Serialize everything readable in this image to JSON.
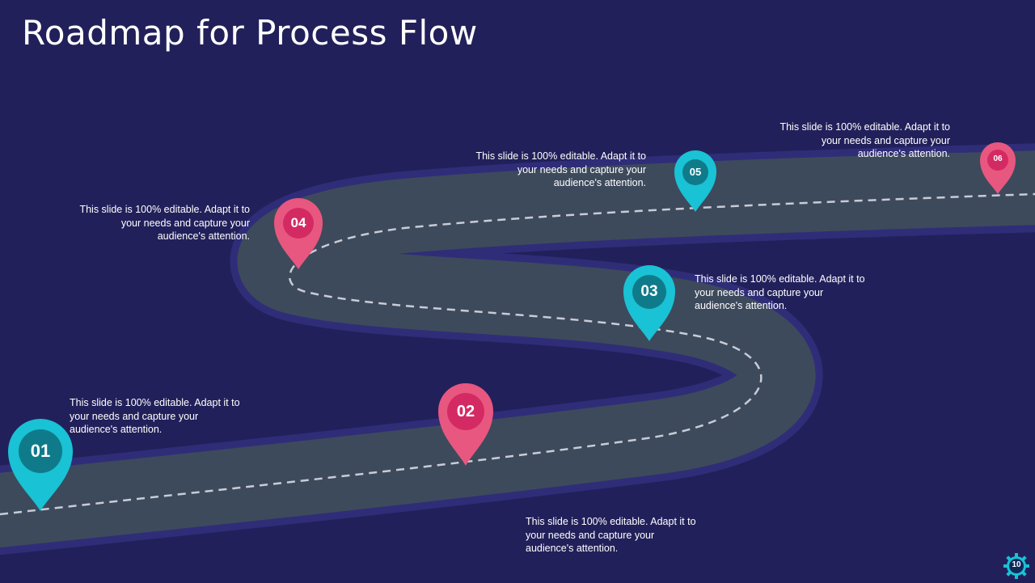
{
  "title": "Roadmap for Process Flow",
  "colors": {
    "background": "#22205a",
    "road": "#3d4a5c",
    "road_border": "#2f2d78",
    "dash": "#c8ccd6",
    "teal": "#19c2d4",
    "teal_inner": "#0f7b8a",
    "pink": "#e8577f",
    "pink_inner": "#d42a63"
  },
  "steps": [
    {
      "number": "01",
      "color": "teal",
      "text": "This slide is 100% editable. Adapt it to your needs and capture your audience's attention."
    },
    {
      "number": "02",
      "color": "pink",
      "text": "This slide is 100% editable. Adapt it to your needs and capture your audience's attention."
    },
    {
      "number": "03",
      "color": "teal",
      "text": "This slide is 100% editable. Adapt it to your needs and capture your audience's attention."
    },
    {
      "number": "04",
      "color": "pink",
      "text": "This slide is 100% editable. Adapt it to your needs and capture your audience's attention."
    },
    {
      "number": "05",
      "color": "teal",
      "text": "This slide is 100% editable. Adapt it to your needs and capture your audience's attention."
    },
    {
      "number": "06",
      "color": "pink",
      "text": "This slide is 100% editable. Adapt it to your needs and capture your audience's attention."
    }
  ],
  "page_number": "10"
}
